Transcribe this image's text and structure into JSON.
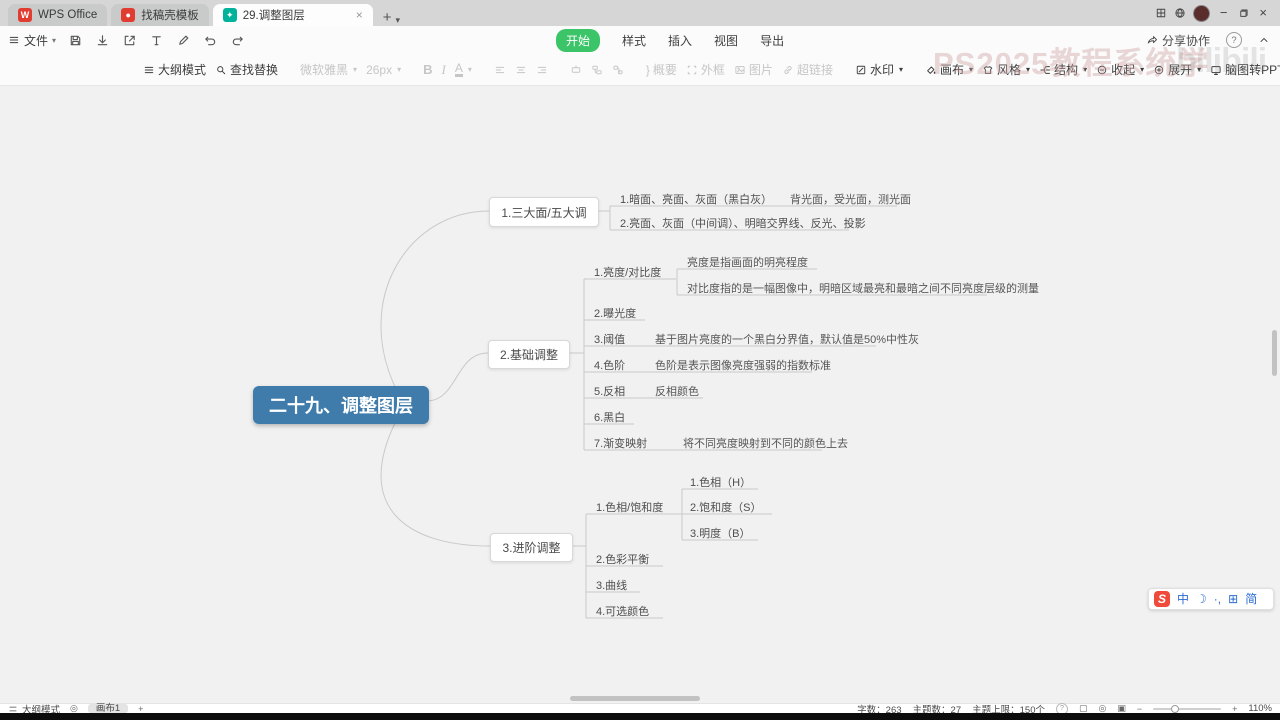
{
  "window": {
    "tabs": [
      {
        "label": "WPS Office"
      },
      {
        "label": "找稿壳模板"
      },
      {
        "label": "29.调整图层"
      }
    ]
  },
  "menubar": {
    "file_label": "文件",
    "tabs": [
      "开始",
      "样式",
      "插入",
      "视图",
      "导出"
    ],
    "share_label": "分享协作"
  },
  "toolbar": {
    "outline_mode": "大纲模式",
    "find_replace": "查找替换",
    "font_family": "微软雅黑",
    "font_size": "26px",
    "bold_label": "B",
    "italic_label": "I",
    "font_color_label": "A",
    "summary": "概要",
    "frame": "外框",
    "picture": "图片",
    "hyperlink": "超链接",
    "watermark": "水印",
    "canvas": "画布",
    "style": "风格",
    "structure": "结构",
    "collapse": "收起",
    "expand": "展开",
    "to_ppt": "脑图转PPT"
  },
  "watermark": {
    "text": "PS2025教程系统学",
    "logo": "bilibili"
  },
  "mindmap": {
    "center": "二十九、调整图层",
    "branches": [
      {
        "label": "1.三大面/五大调",
        "children": [
          {
            "label": "1.暗面、亮面、灰面（黑白灰）",
            "note": "背光面，受光面，测光面"
          },
          {
            "label": "2.亮面、灰面（中间调）、明暗交界线、反光、投影"
          }
        ]
      },
      {
        "label": "2.基础调整",
        "children": [
          {
            "label": "1.亮度/对比度",
            "notes": [
              "亮度是指画面的明亮程度",
              "对比度指的是一幅图像中，明暗区域最亮和最暗之间不同亮度层级的测量"
            ]
          },
          {
            "label": "2.曝光度"
          },
          {
            "label": "3.阈值",
            "note": "基于图片亮度的一个黑白分界值，默认值是50%中性灰"
          },
          {
            "label": "4.色阶",
            "note": "色阶是表示图像亮度强弱的指数标准"
          },
          {
            "label": "5.反相",
            "note": "反相颜色"
          },
          {
            "label": "6.黑白"
          },
          {
            "label": "7.渐变映射",
            "note": "将不同亮度映射到不同的颜色上去"
          }
        ]
      },
      {
        "label": "3.进阶调整",
        "children": [
          {
            "label": "1.色相/饱和度",
            "subchildren": [
              "1.色相（H）",
              "2.饱和度（S）",
              "3.明度（B）"
            ]
          },
          {
            "label": "2.色彩平衡"
          },
          {
            "label": "3.曲线"
          },
          {
            "label": "4.可选颜色"
          }
        ]
      }
    ]
  },
  "ime": {
    "logo": "S",
    "lang": "中",
    "punct": "·,",
    "simplified": "简"
  },
  "statusbar": {
    "outline_mode": "大纲模式",
    "canvas_tab": "画布1",
    "word_count_label": "字数：",
    "word_count": "263",
    "topic_count_label": "主题数：",
    "topic_count": "27",
    "topic_limit_label": "主题上限：",
    "topic_limit": "150个",
    "zoom": "110%"
  },
  "colors": {
    "accent_green": "#3bc468",
    "center_node_blue": "#3f7cab",
    "tab_bar_gray": "#d6d6d6"
  }
}
